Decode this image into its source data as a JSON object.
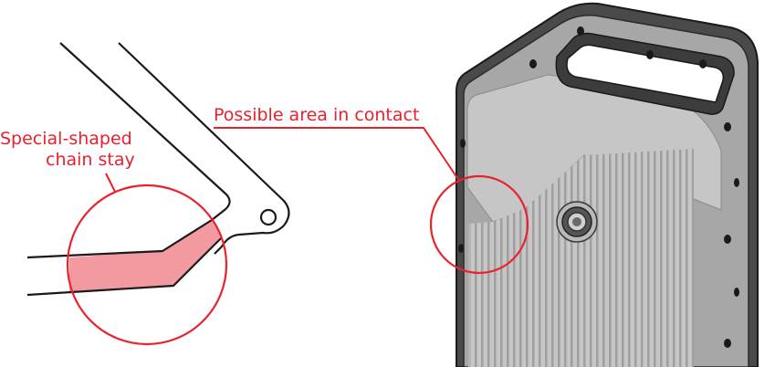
{
  "labels": {
    "chain_stay_line1": "Special-shaped",
    "chain_stay_line2": "chain stay",
    "contact_area": "Possible area in contact"
  },
  "colors": {
    "annotation": "#e8222d",
    "highlight_fill": "#f29aa0",
    "outline": "#1a1a1a",
    "battery_dark": "#4a4a4a",
    "battery_mid": "#8a8a8a",
    "battery_face": "#a7a7a7",
    "battery_light": "#c6c6c6"
  },
  "icons": {
    "battery_connector": "round-port-icon"
  }
}
